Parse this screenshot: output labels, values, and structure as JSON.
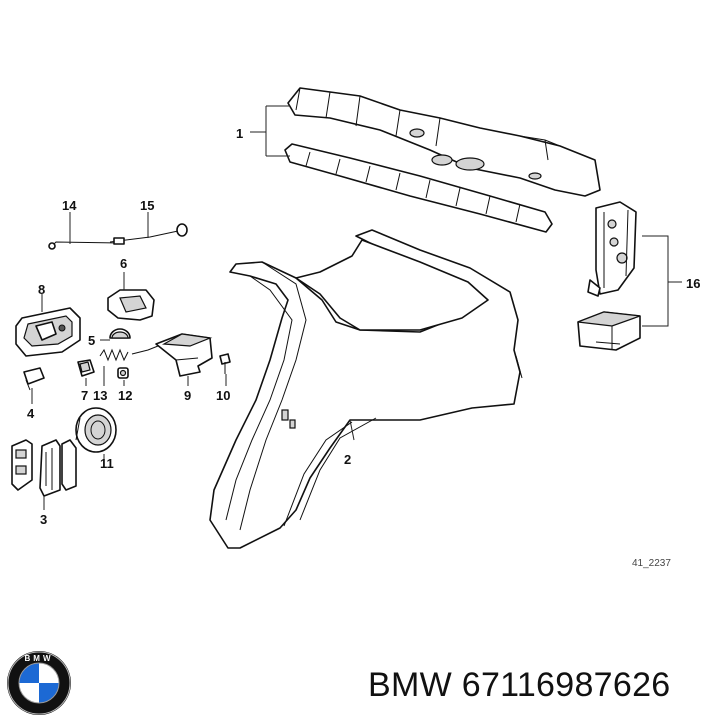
{
  "callouts": {
    "p1": "1",
    "p2": "2",
    "p3": "3",
    "p4": "4",
    "p5": "5",
    "p6": "6",
    "p7": "7",
    "p8": "8",
    "p9": "9",
    "p10": "10",
    "p11": "11",
    "p12": "12",
    "p13": "13",
    "p14": "14",
    "p15": "15",
    "p16": "16"
  },
  "diagram_code": "41_2237",
  "brand": {
    "logo_text": "BMW",
    "title": "BMW 67116987626",
    "colors": {
      "blue": "#1c69d4",
      "ring": "#111111"
    }
  }
}
